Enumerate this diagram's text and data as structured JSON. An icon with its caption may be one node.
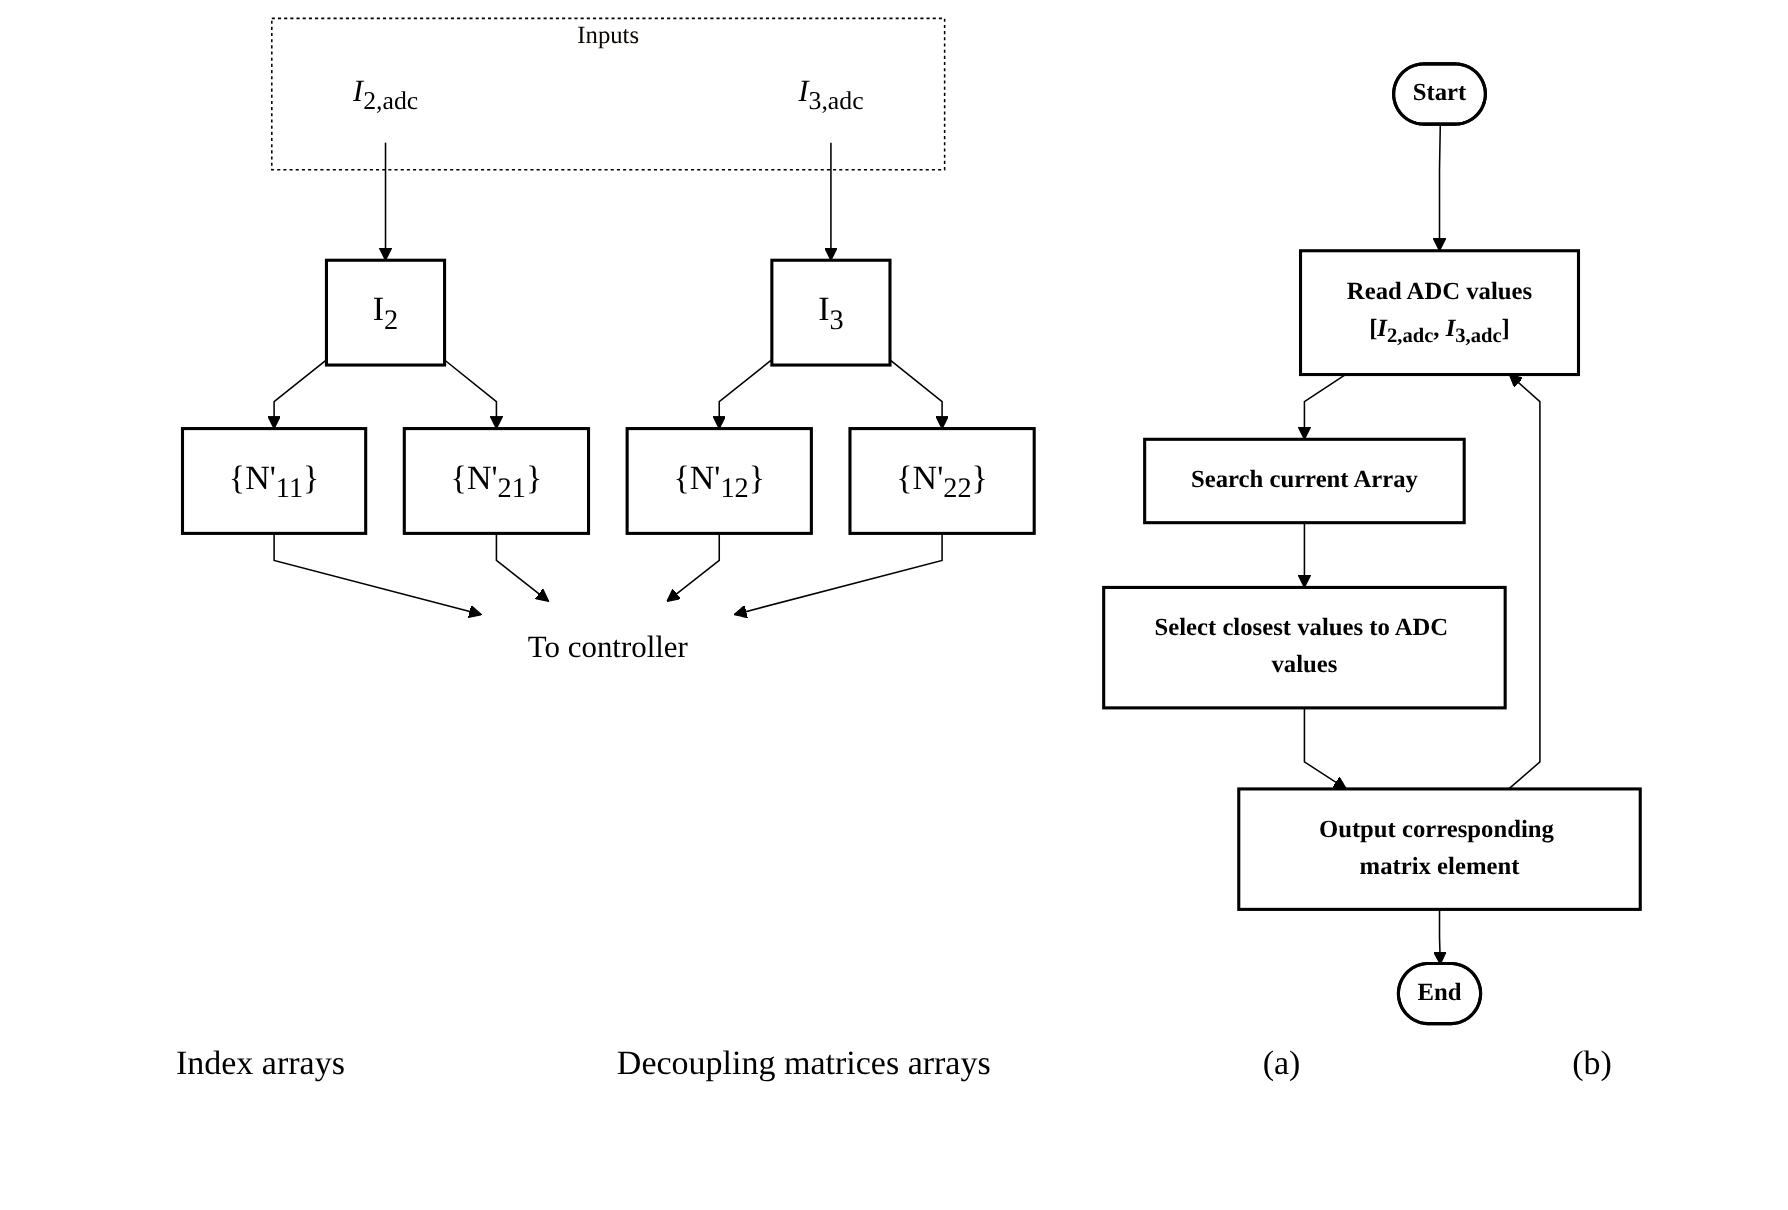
{
  "diagram": {
    "nodes": [
      {
        "text": [
          "Inputs"
        ]
      },
      {
        "text": [
          "*I*$_{2,adc}$"
        ],
        "in": 0
      },
      {
        "text": [
          "*I*$_{3,adc}$"
        ],
        "in": 0
      },
      {
        "text": [
          "I$_{2}$"
        ]
      },
      {
        "text": [
          "I$_{3}$"
        ]
      },
      {
        "text": [
          "{N'$_{11}$}"
        ]
      },
      {
        "text": [
          "{N'$_{21}$}"
        ]
      },
      {
        "text": [
          "{N'$_{12}$}"
        ]
      },
      {
        "text": [
          "{N'$_{22}$}"
        ]
      },
      {
        "text": [
          "To controller"
        ]
      },
      {
        "text": [
          "Start"
        ]
      },
      {
        "text": [
          "Read ADC values",
          "[*I*$_{2,adc}$, *I*$_{3,adc}$]"
        ]
      },
      {
        "text": [
          "Search current Array"
        ]
      },
      {
        "text": [
          "Select closest values to ADC values"
        ]
      },
      {
        "text": [
          "Output corresponding matrix element"
        ]
      },
      {
        "text": [
          "End"
        ]
      }
    ],
    "edges": [
      {
        "from": 1,
        "to": 3,
        "arrow": "to"
      },
      {
        "from": 2,
        "to": 4,
        "arrow": "to"
      },
      {
        "from": 3,
        "to": 5,
        "arrow": "to"
      },
      {
        "from": 3,
        "to": 6,
        "arrow": "to"
      },
      {
        "from": 4,
        "to": 7,
        "arrow": "to"
      },
      {
        "from": 4,
        "to": 8,
        "arrow": "to"
      },
      {
        "from": 5,
        "to": 9,
        "arrow": "to"
      },
      {
        "from": 6,
        "to": 9,
        "arrow": "to"
      },
      {
        "from": 7,
        "to": 9,
        "arrow": "to"
      },
      {
        "from": 8,
        "to": 9,
        "arrow": "to"
      },
      {
        "from": 10,
        "to": 11,
        "arrow": "to"
      },
      {
        "from": 11,
        "to": 12,
        "arrow": "to"
      },
      {
        "from": 12,
        "to": 13,
        "arrow": "to"
      },
      {
        "from": 13,
        "to": 14,
        "arrow": "to"
      },
      {
        "from": 14,
        "to": 11,
        "arrow": "to"
      },
      {
        "from": 14,
        "to": 15,
        "arrow": "to"
      }
    ],
    "labels": [
      "Index arrays",
      "Decoupling matrices arrays",
      "(a)",
      "(b)"
    ]
  }
}
